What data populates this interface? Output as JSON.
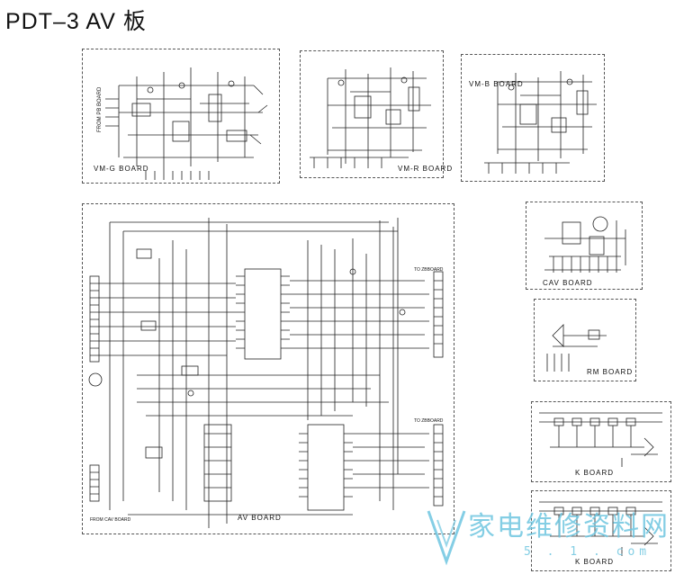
{
  "title": "PDT–3  AV 板",
  "boards": {
    "vm_g": {
      "label": "VM-G  BOARD",
      "side_label": "FROM PB BOARD"
    },
    "vm_r": {
      "label": "VM-R BOARD"
    },
    "vm_b": {
      "label": "VM-B  BOARD"
    },
    "av": {
      "label": "AV  BOARD",
      "from_label": "FROM  CAV  BOARD",
      "to_label_1": "TO  ZBBOARD",
      "to_label_2": "TO  ZBBOARD"
    },
    "cav": {
      "label": "CAV  BOARD"
    },
    "rm": {
      "label": "RM  BOARD"
    },
    "k1": {
      "label": "K  BOARD"
    },
    "k2": {
      "label": "K  BOARD"
    }
  },
  "watermark": {
    "text": "家电维修资料网",
    "url": "5 . 1 . com"
  },
  "colors": {
    "line": "#222222",
    "watermark": "#6fc6e0"
  }
}
